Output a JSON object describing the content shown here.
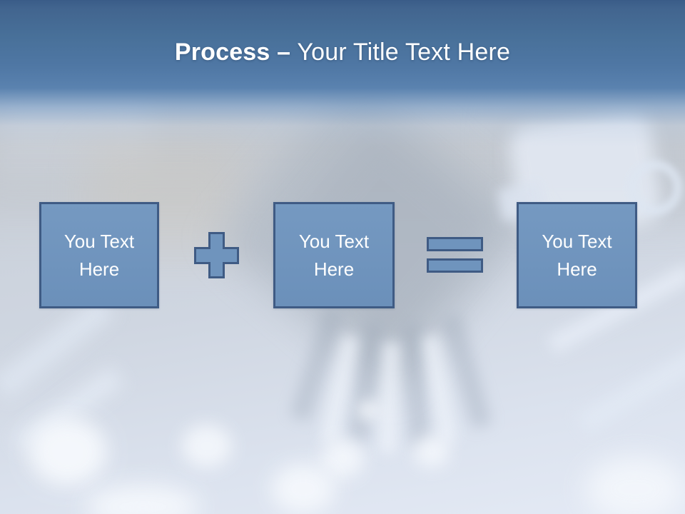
{
  "slide": {
    "title": {
      "bold": "Process –",
      "regular": "Your Title Text Here"
    },
    "process": {
      "boxes": [
        {
          "label": "You Text Here"
        },
        {
          "label": "You Text Here"
        },
        {
          "label": "You Text Here"
        }
      ],
      "icons": {
        "between_box1_box2": "plus-icon",
        "between_box2_box3": "equals-icon"
      }
    },
    "colors": {
      "shape_fill": "#6f94bd",
      "shape_border": "#3f5b84",
      "header_top": "#3a5c88",
      "header_bottom": "#5a82af",
      "title_color": "#ffffff"
    }
  }
}
